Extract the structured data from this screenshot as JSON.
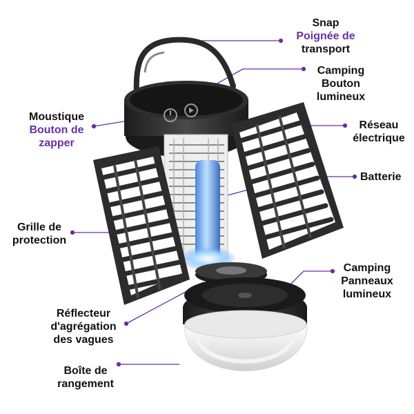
{
  "accent_color": "#6a2fa0",
  "labels": {
    "handle": {
      "line1": "Snap",
      "line2": "Poignée de",
      "line3": "transport"
    },
    "top_light_button": {
      "line1": "Camping",
      "line2": "Bouton",
      "line3": "lumineux"
    },
    "zapper_button": {
      "line1": "Moustique",
      "line2": "Bouton de",
      "line3": "zapper"
    },
    "electric_grid": {
      "line1": "Réseau",
      "line2": "électrique"
    },
    "battery": {
      "line1": "Batterie"
    },
    "protective_grille": {
      "line1": "Grille de",
      "line2": "protection"
    },
    "light_panels": {
      "line1": "Camping",
      "line2": "Panneaux",
      "line3": "lumineux"
    },
    "wave_reflector": {
      "line1": "Réflecteur",
      "line2": "d'agrégation",
      "line3": "des vagues"
    },
    "storage_box": {
      "line1": "Boîte de",
      "line2": "rangement"
    }
  },
  "icons": [
    "power-icon",
    "lamp-icon"
  ]
}
